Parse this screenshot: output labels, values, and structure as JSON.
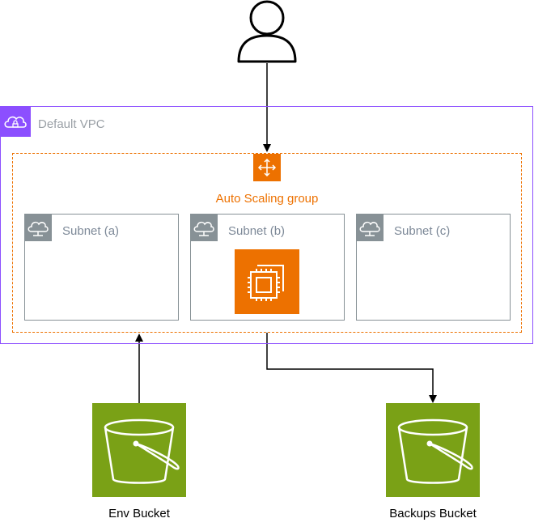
{
  "vpc": {
    "title": "Default VPC",
    "border_color": "#8c4fff"
  },
  "asg": {
    "title": "Auto Scaling group",
    "color": "#ed7100"
  },
  "subnets": [
    {
      "label": "Subnet (a)"
    },
    {
      "label": "Subnet (b)"
    },
    {
      "label": "Subnet (c)"
    }
  ],
  "buckets": [
    {
      "label": "Env Bucket",
      "color": "#7aa116"
    },
    {
      "label": "Backups Bucket",
      "color": "#7aa116"
    }
  ],
  "icons": [
    "user-icon",
    "vpc-cloud-icon",
    "auto-scaling-icon",
    "subnet-cloud-icon",
    "ec2-instance-icon",
    "s3-bucket-icon"
  ]
}
